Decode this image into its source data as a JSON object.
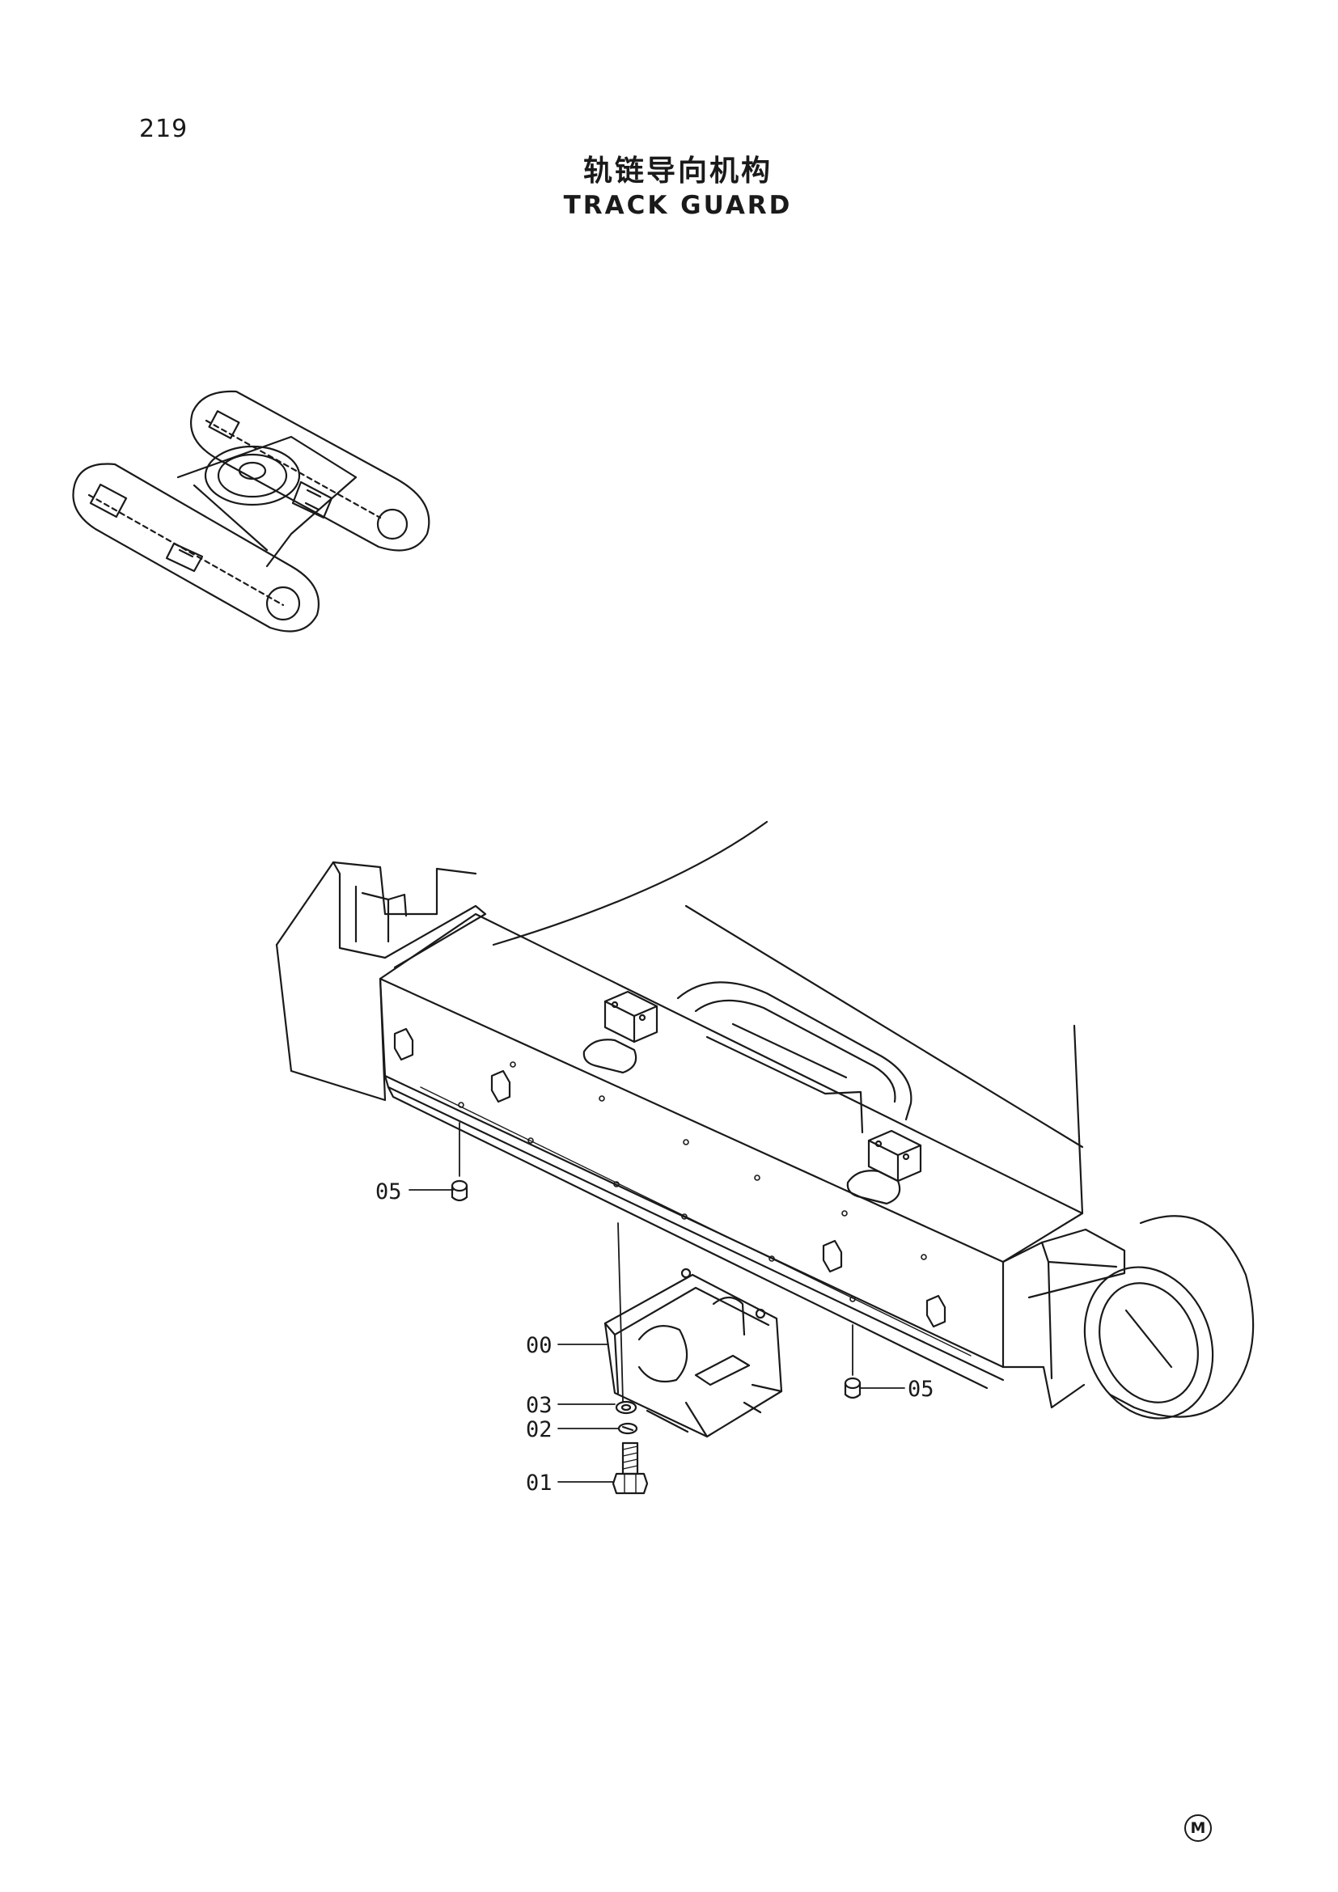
{
  "page": {
    "number": "219",
    "title_cn": "轨链导向机构",
    "title_en": "TRACK GUARD",
    "mark": "M"
  },
  "callouts": [
    {
      "id": "05-left",
      "label": "05"
    },
    {
      "id": "00",
      "label": "00"
    },
    {
      "id": "03",
      "label": "03"
    },
    {
      "id": "02",
      "label": "02"
    },
    {
      "id": "01",
      "label": "01"
    },
    {
      "id": "05-right",
      "label": "05"
    }
  ]
}
